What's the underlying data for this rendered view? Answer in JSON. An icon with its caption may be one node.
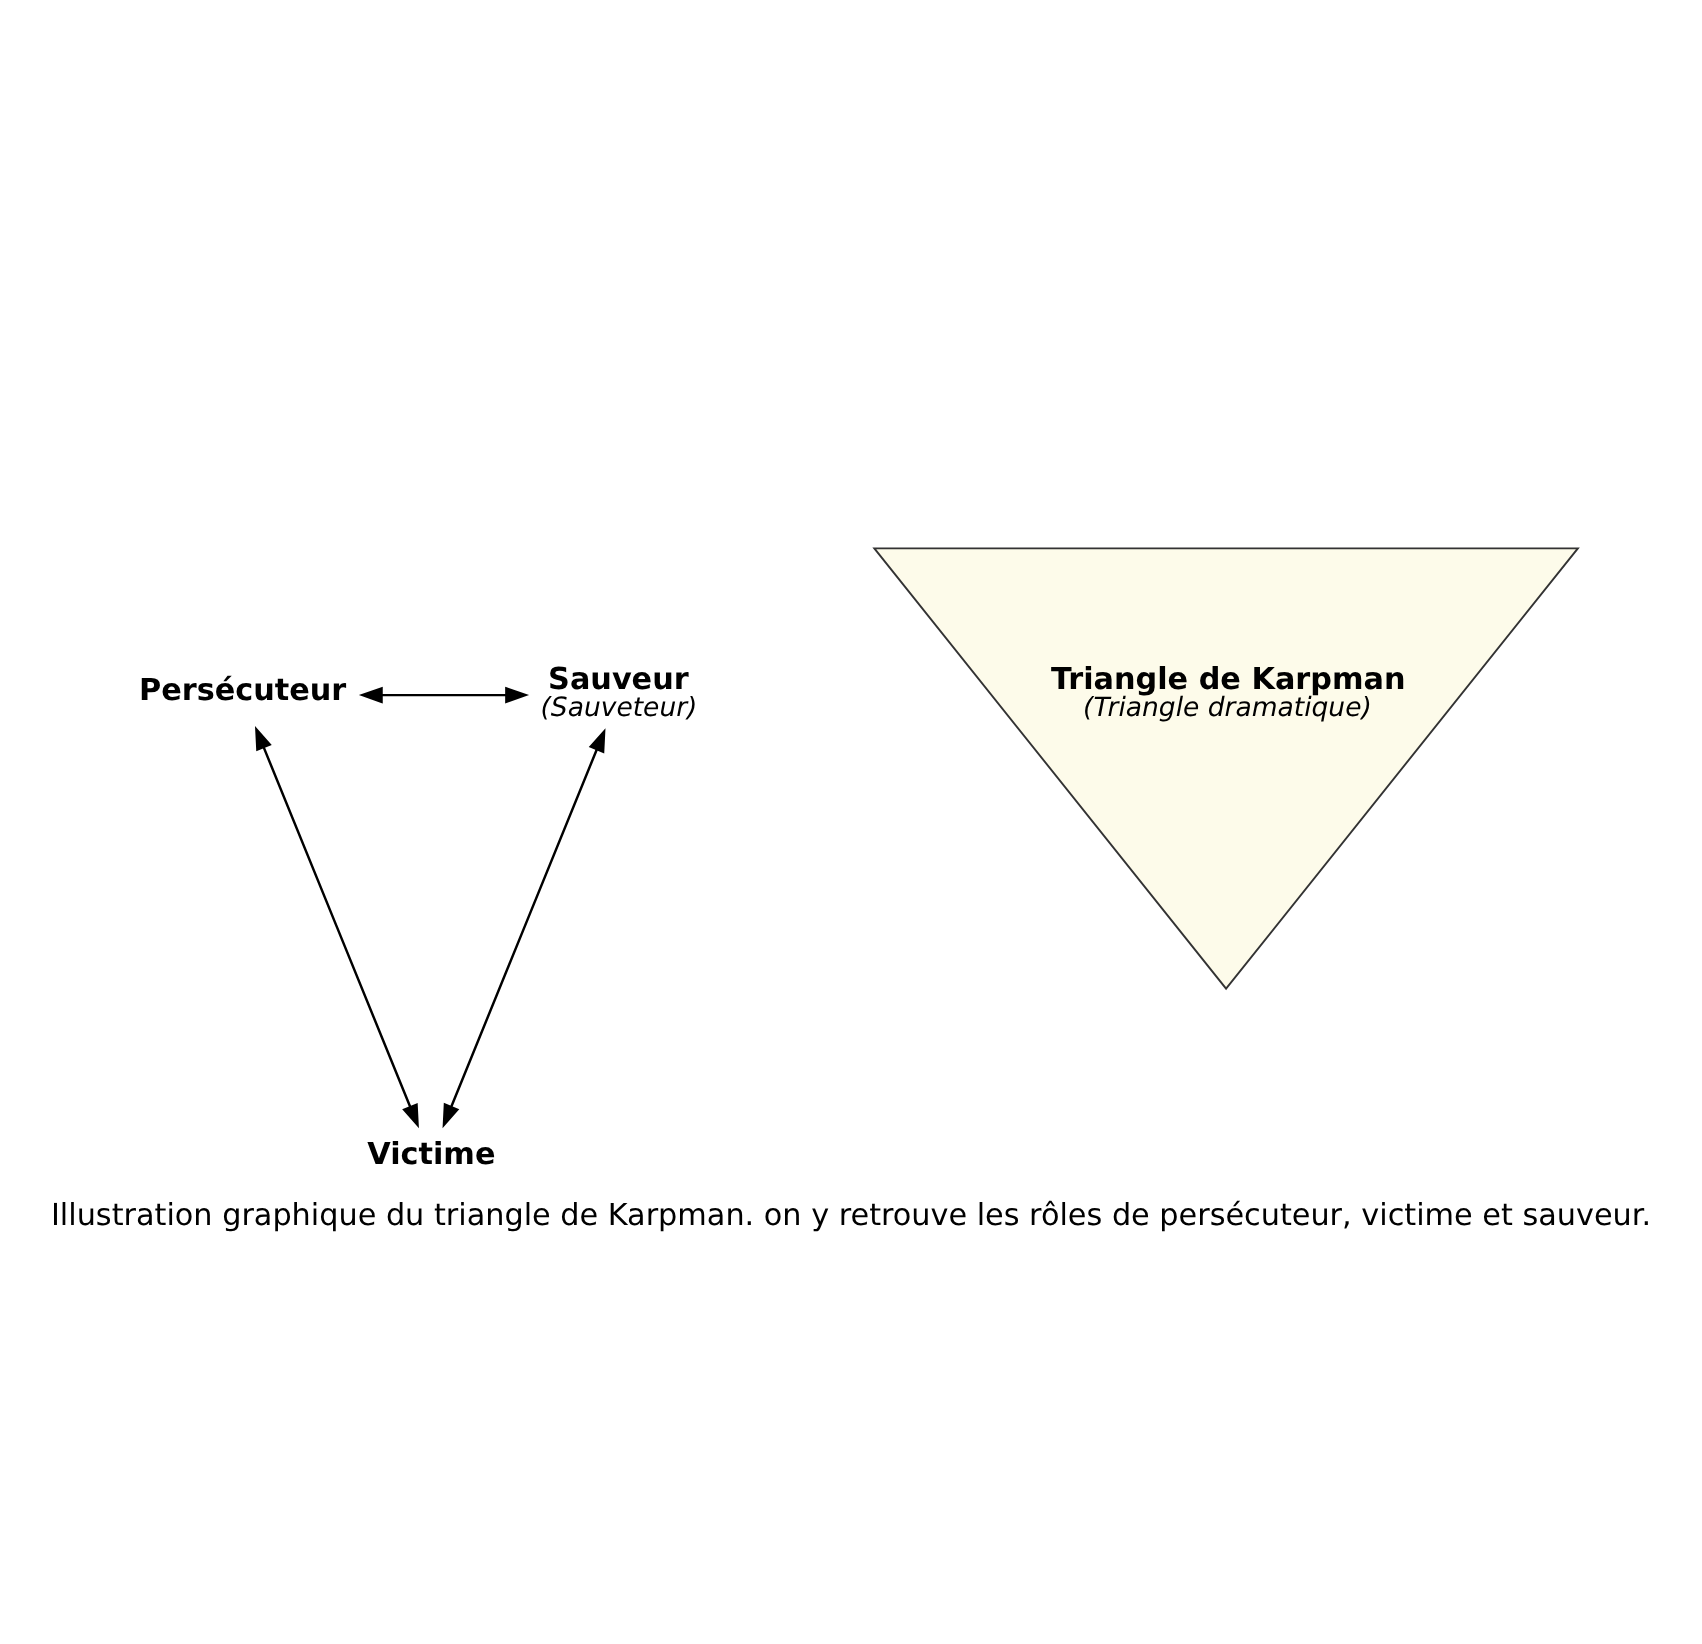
{
  "diagram": {
    "caption": "Illustration graphique du triangle de Karpman. on y retrouve les rôles de persécuteur, victime et sauveur.",
    "nodes": [
      {
        "text": [
          "Persécuteur"
        ]
      },
      {
        "text": [
          "Sauveur",
          "(Sauveteur)"
        ]
      },
      {
        "text": [
          "Victime"
        ]
      },
      {
        "text": [
          "Triangle de Karpman",
          "(Triangle dramatique)"
        ]
      }
    ],
    "edges": [
      {
        "from": 0,
        "to": 1,
        "arrow": "both"
      },
      {
        "from": 0,
        "to": 2,
        "arrow": "both"
      },
      {
        "from": 1,
        "to": 2,
        "arrow": "both"
      }
    ]
  }
}
